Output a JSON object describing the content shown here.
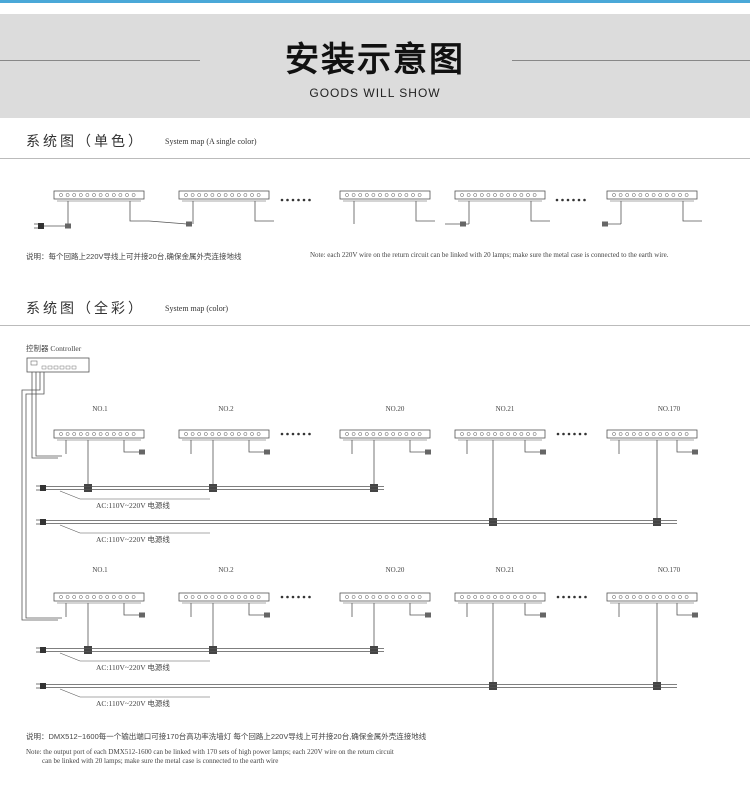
{
  "header": {
    "title": "安装示意图",
    "subtitle": "GOODS WILL SHOW"
  },
  "section_single": {
    "title": "系统图（单色）",
    "subtitle": "System map (A single color)",
    "note_cn": "说明：每个回路上220V导线上可并接20台,确保金属外壳连接地线",
    "note_en": "Note: each 220V wire on the return circuit can be linked with 20 lamps; make sure the metal case is connected to the earth wire."
  },
  "section_color": {
    "title": "系统图（全彩）",
    "subtitle": "System map (color)",
    "controller_label": "控制器 Controller",
    "group_labels": [
      "NO.1",
      "NO.2",
      "NO.20",
      "NO.21",
      "NO.170"
    ],
    "power_labels": [
      "AC:110V~220V 电源线",
      "AC:110V~220V 电源线",
      "AC:110V~220V 电源线",
      "AC:110V~220V 电源线"
    ],
    "ellipsis": "••••••",
    "note_cn": "说明：DMX512~1600每一个输出端口可接170台高功率洗墙灯  每个回路上220V导线上可并接20台,确保金属外壳连接地线",
    "note_en_line1": "Note: the output port of each DMX512-1600 can be linked with 170 sets of high power lamps; each 220V wire on the return circuit",
    "note_en_line2": "can be linked with 20 lamps; make sure the metal case is connected to the earth wire"
  },
  "colors": {
    "accent": "#4aa8d8",
    "header_bg": "#dcdcdc",
    "line": "#555555"
  }
}
